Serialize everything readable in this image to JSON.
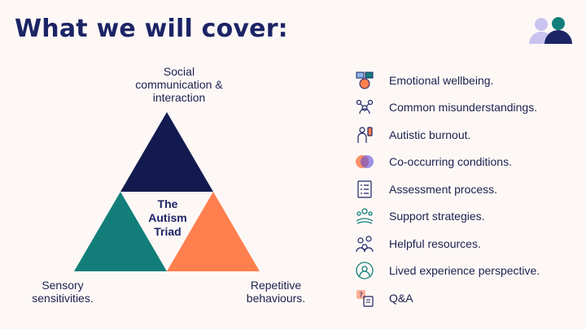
{
  "title": "What we will cover:",
  "triad": {
    "top_label": "Social\ncommunication &\ninteraction",
    "left_label": "Sensory\nsensitivities.",
    "right_label": "Repetitive\nbehaviours.",
    "center_label": "The\nAutism\nTriad",
    "colors": {
      "top": "#131a4f",
      "left": "#137e79",
      "right": "#ff7f4f"
    }
  },
  "topics": [
    {
      "label": "Emotional wellbeing.",
      "icon": "emotions-icon"
    },
    {
      "label": "Common misunderstandings.",
      "icon": "people-network-icon"
    },
    {
      "label": "Autistic burnout.",
      "icon": "burnout-icon"
    },
    {
      "label": "Co-occurring conditions.",
      "icon": "overlapping-circles-icon"
    },
    {
      "label": "Assessment process.",
      "icon": "checklist-icon"
    },
    {
      "label": "Support strategies.",
      "icon": "helping-hands-icon"
    },
    {
      "label": "Helpful resources.",
      "icon": "resources-icon"
    },
    {
      "label": "Lived experience perspective.",
      "icon": "experience-icon"
    },
    {
      "label": "Q&A",
      "icon": "question-answer-icon"
    }
  ]
}
